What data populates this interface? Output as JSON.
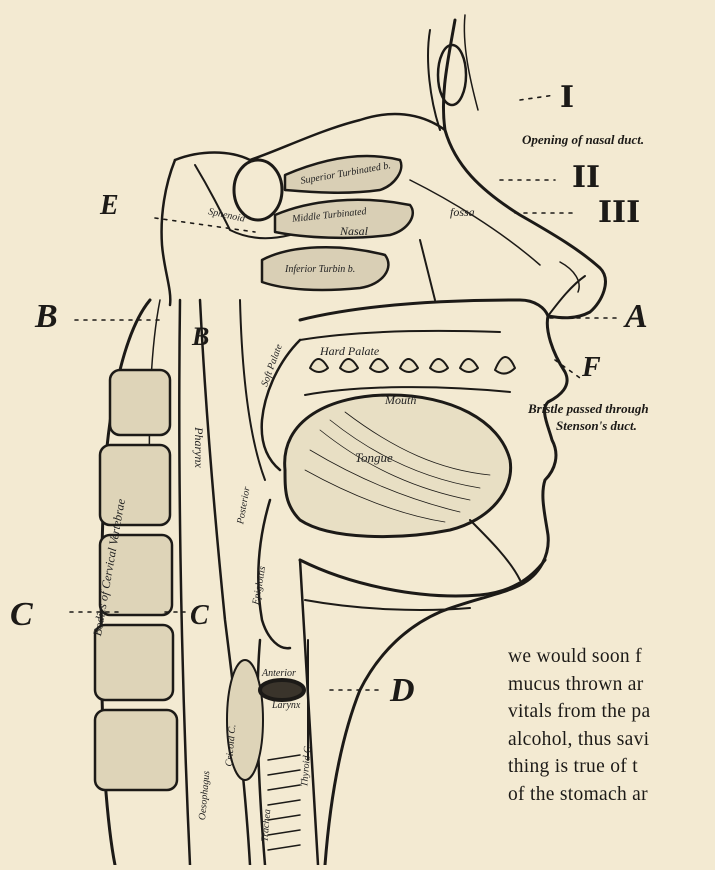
{
  "figure": {
    "labels": {
      "roman_i": "I",
      "roman_ii": "II",
      "roman_iii": "III",
      "letter_a": "A",
      "letter_b": "B",
      "letter_b2": "B",
      "letter_c": "C",
      "letter_c2": "C",
      "letter_d": "D",
      "letter_e": "E",
      "letter_f": "F"
    },
    "annotations": {
      "nasal_duct": "Opening of nasal duct.",
      "bristle_line1": "Bristle passed through",
      "bristle_line2": "Stenson's duct."
    },
    "anatomy": {
      "superior_turbinated": "Superior Turbinated b.",
      "sphenoid": "Sphenoid",
      "middle_turbinated": "Middle Turbinated",
      "nasal": "Nasal",
      "nasal_fossa": "fossa",
      "inferior_turbinated": "Inferior Turbin b.",
      "hard_palate": "Hard Palate",
      "soft_palate": "Soft Palate",
      "mouth": "Mouth",
      "tongue": "Tongue",
      "pharynx": "Pharynx",
      "epiglottis": "Epiglottis",
      "larynx": "Larynx",
      "trachea": "Trachea",
      "oesophagus": "Oesophagus",
      "cricoid": "Cricoid C.",
      "thyroid": "Thyroid C.",
      "vertebrae": "Bodies of Cervical Vertebrae",
      "anterior": "Anterior",
      "posterior": "Posterior"
    }
  },
  "text": {
    "line1": "we would soon f",
    "line2": "mucus thrown ar",
    "line3": "vitals from the pa",
    "line4": "alcohol, thus savi",
    "line5": "thing is true of t",
    "line6": "of the stomach ar"
  }
}
